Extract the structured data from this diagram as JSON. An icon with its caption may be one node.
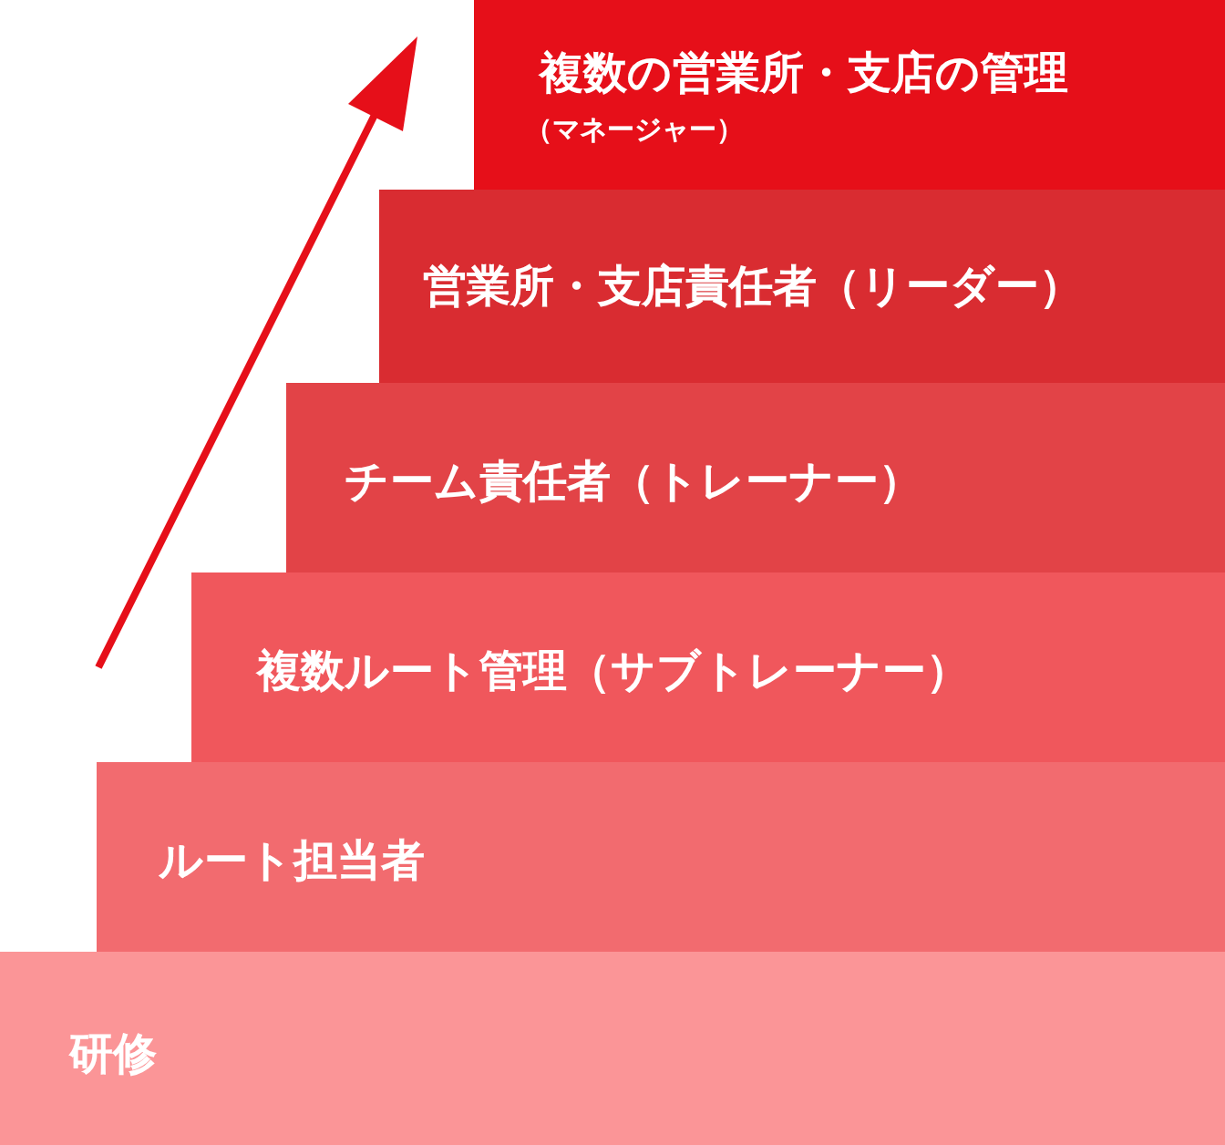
{
  "diagram": {
    "nodes": [
      {
        "text": [
          "複数の営業所・支店の管理",
          "（マネージャー）"
        ]
      },
      {
        "text": [
          "営業所・支店責任者（リーダー）"
        ]
      },
      {
        "text": [
          "チーム責任者（トレーナー）"
        ]
      },
      {
        "text": [
          "複数ルート管理（サブトレーナー）"
        ]
      },
      {
        "text": [
          "ルート担当者"
        ]
      },
      {
        "text": [
          "研修"
        ]
      }
    ]
  }
}
